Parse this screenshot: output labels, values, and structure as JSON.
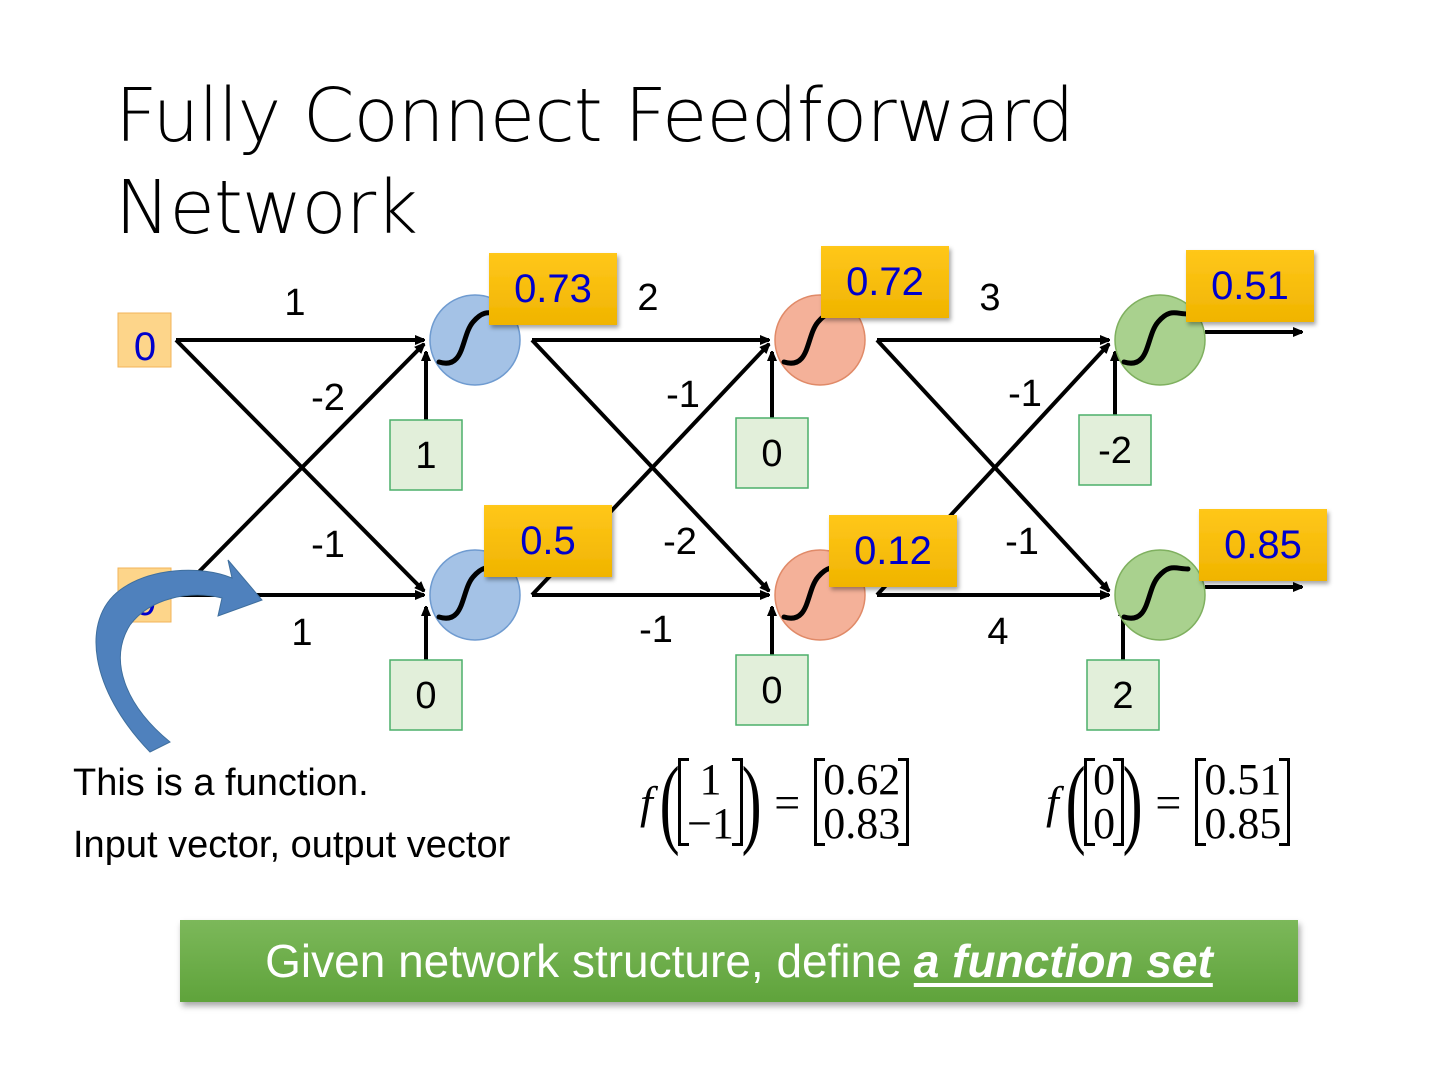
{
  "title": {
    "line1": "Fully Connect Feedforward",
    "line2": "Network"
  },
  "network": {
    "inputs": [
      "0",
      "0"
    ],
    "layers": [
      {
        "color": "#a4c2e6",
        "border": "#6f9bd0",
        "weights_top": {
          "from_top": "1",
          "from_bottom": "-2"
        },
        "weights_bottom": {
          "from_top": "-1",
          "from_bottom": "1"
        },
        "biases": [
          "1",
          "0"
        ],
        "outputs": [
          "0.73",
          "0.5"
        ]
      },
      {
        "color": "#f4b199",
        "border": "#e08a68",
        "weights_top": {
          "from_top": "2",
          "from_bottom": "-1"
        },
        "weights_bottom": {
          "from_top": "-2",
          "from_bottom": "-1"
        },
        "biases": [
          "0",
          "0"
        ],
        "outputs": [
          "0.72",
          "0.12"
        ]
      },
      {
        "color": "#a9d18e",
        "border": "#7fb05f",
        "weights_top": {
          "from_top": "3",
          "from_bottom": "-1"
        },
        "weights_bottom": {
          "from_top": "-1",
          "from_bottom": "4"
        },
        "biases": [
          "-2",
          "2"
        ],
        "outputs": [
          "0.51",
          "0.85"
        ]
      }
    ],
    "colors": {
      "input_box": "#fdd58a",
      "output_box": "#fbbf1a",
      "bias_box": "#e2efda",
      "bias_border": "#4caf6a",
      "value_text": "#0000cc",
      "curved_arrow": "#4f81bd"
    }
  },
  "description": {
    "line1": "This is a function.",
    "line2": "Input vector, output vector"
  },
  "equations": [
    {
      "fn": "f",
      "input": [
        "1",
        "−1"
      ],
      "output": [
        "0.62",
        "0.83"
      ],
      "equals": "="
    },
    {
      "fn": "f",
      "input": [
        "0",
        "0"
      ],
      "output": [
        "0.51",
        "0.85"
      ],
      "equals": "="
    }
  ],
  "banner": {
    "text": "Given network structure, define",
    "emphasis": "a function set",
    "color": "#6aaa45"
  }
}
